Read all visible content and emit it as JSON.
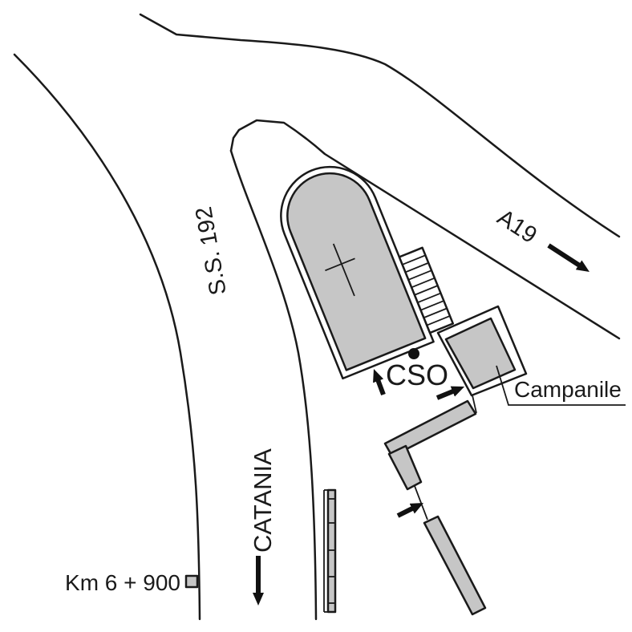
{
  "labels": {
    "road_ss": "S.S. 192",
    "road_a19": "A19",
    "station": "CSO",
    "campanile": "Campanile",
    "direction_catania": "CATANIA",
    "km_marker": "Km 6 + 900"
  },
  "colors": {
    "building_fill": "#c6c6c6",
    "line": "#1a1a1a",
    "background": "#ffffff"
  },
  "icons": {
    "church_symbol": "cross-icon",
    "station_marker": "dot-icon",
    "direction": "arrow-icon",
    "km_marker": "square-icon"
  }
}
